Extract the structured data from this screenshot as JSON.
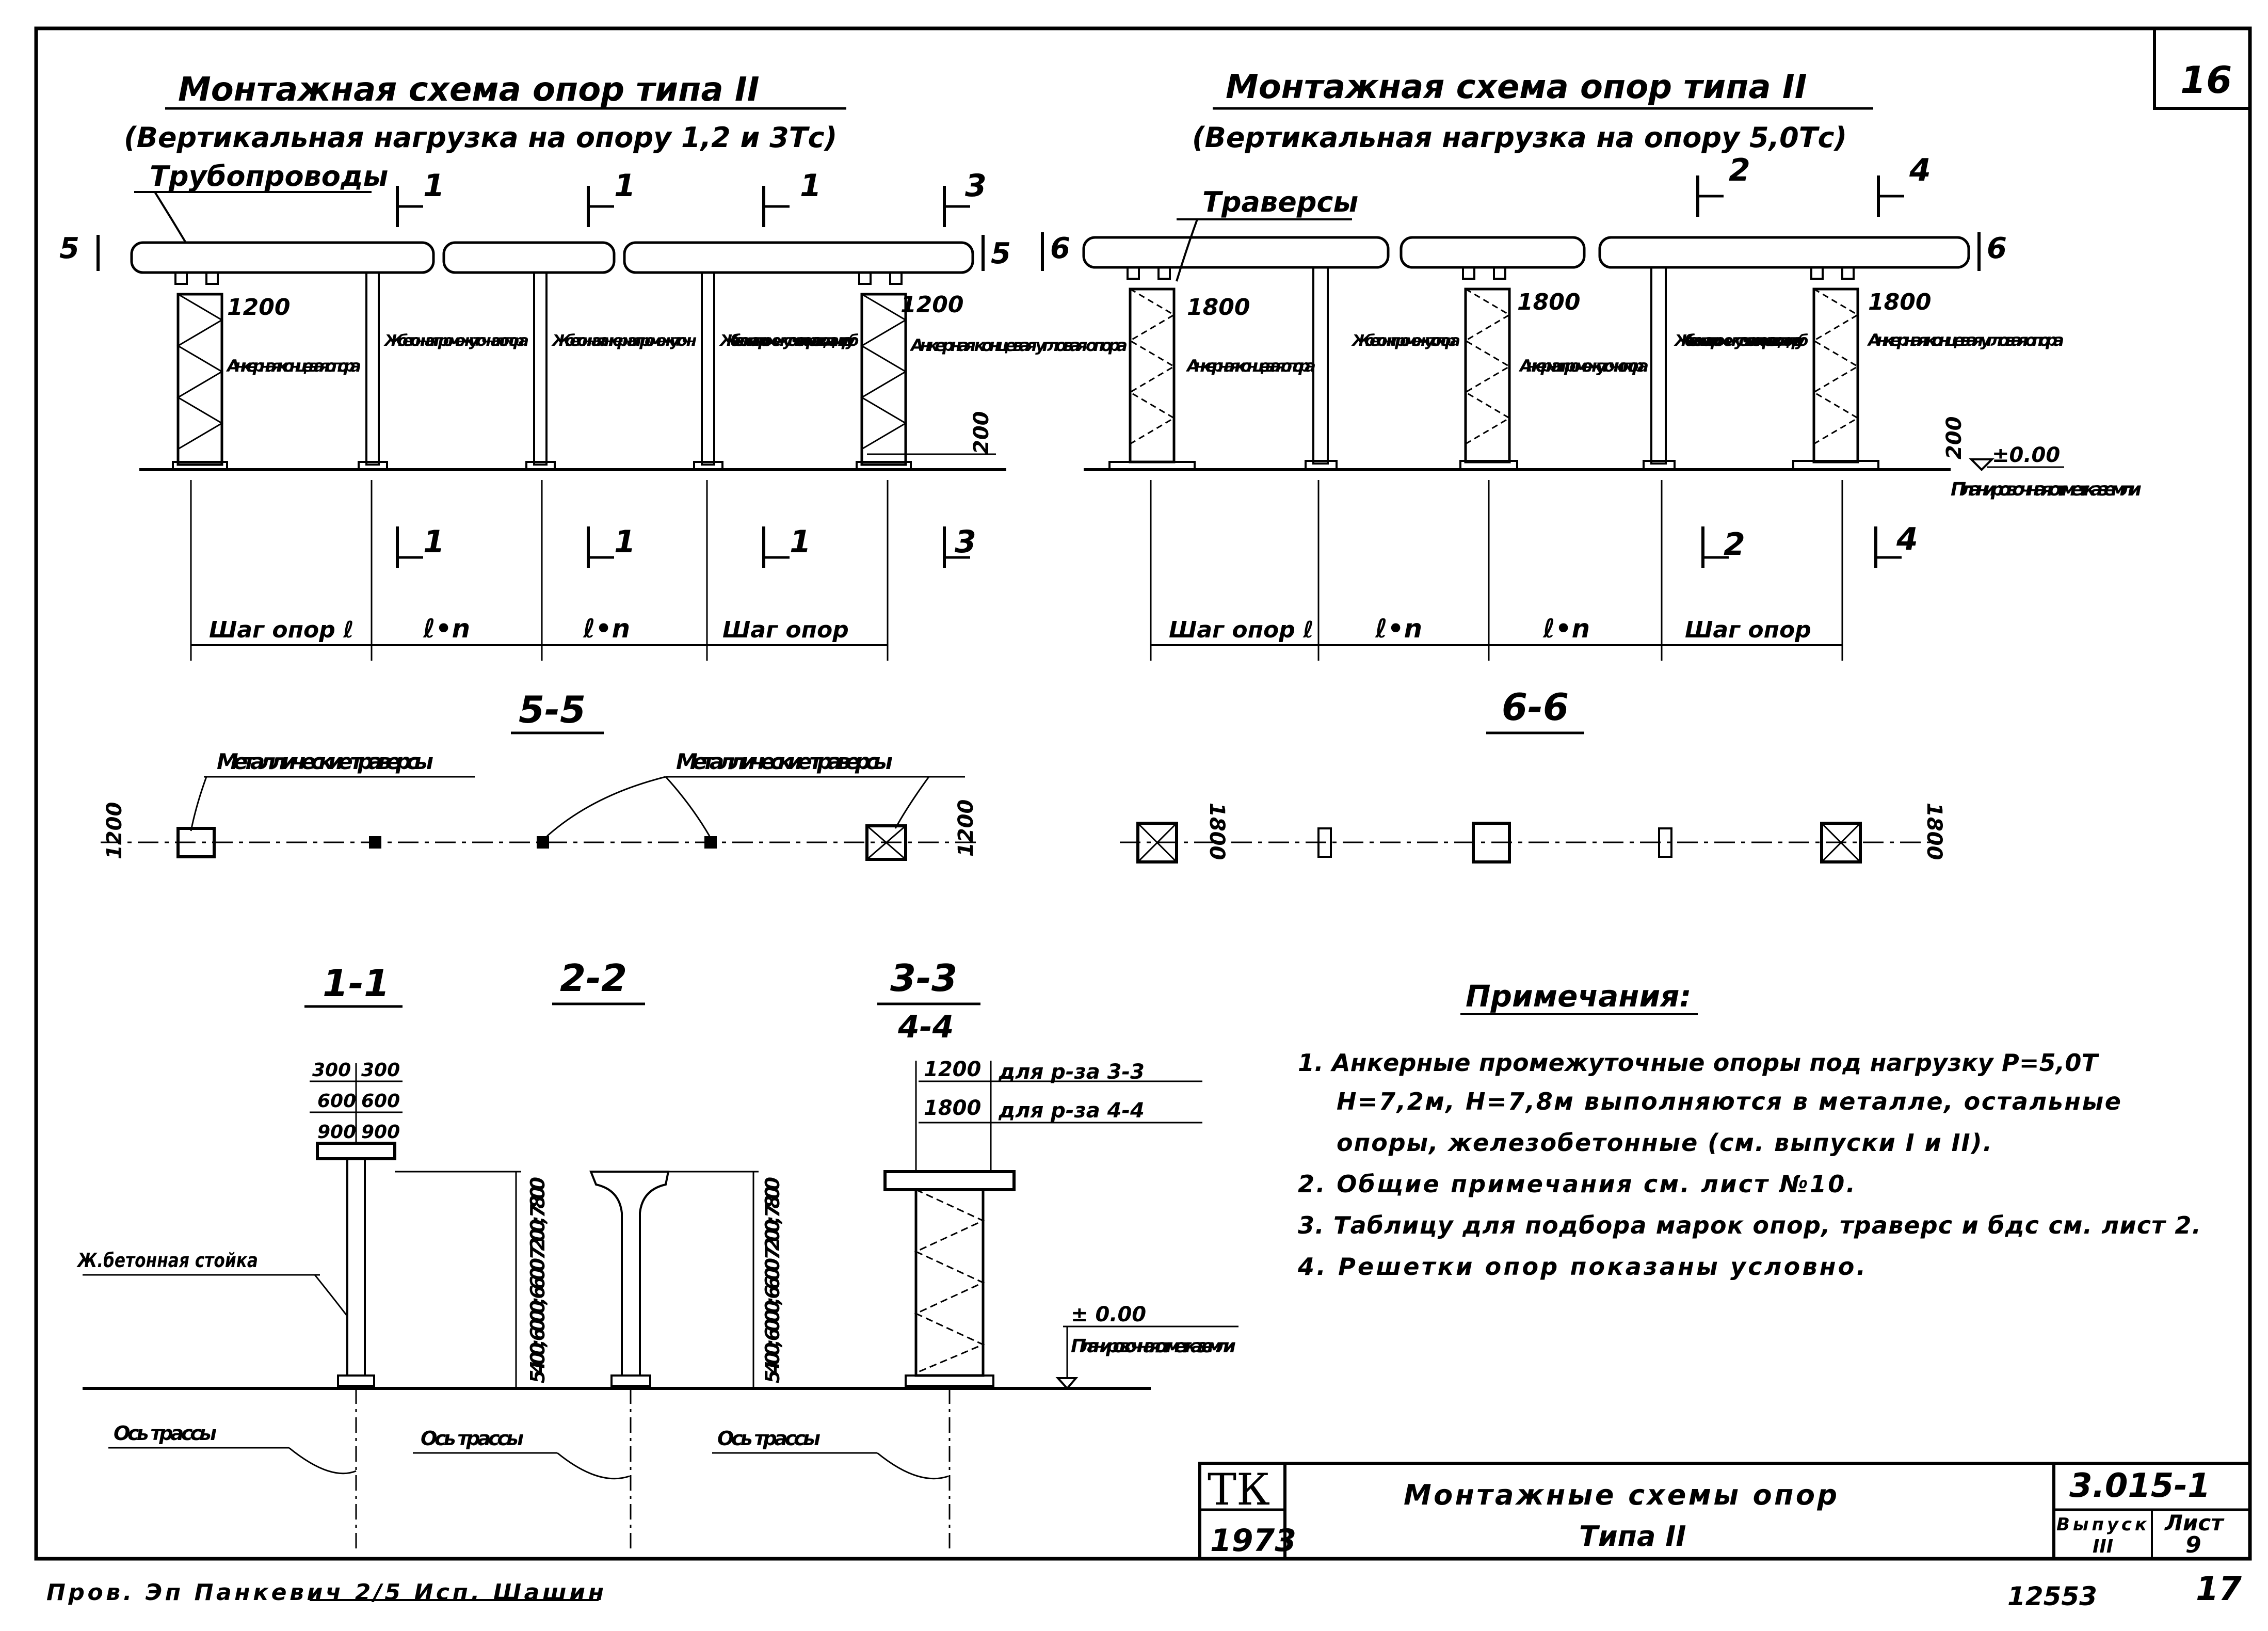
{
  "sheet": {
    "page_number": "16",
    "archive_number": "12553",
    "bottom_page": "17",
    "signatures": "Пров. Эп Панкевич 2/5   Исп. Шашин"
  },
  "top_left": {
    "title": "Монтажная схема опор типа II",
    "subtitle": "(Вертикальная нагрузка на опору 1,2 и 3Тс)",
    "label_pipes": "Трубопроводы",
    "section_marks": [
      "1",
      "1",
      "1",
      "3"
    ],
    "section_marks_bottom": [
      "1",
      "1",
      "1",
      "3"
    ],
    "end_mark": "5",
    "dim_1200": "1200",
    "dim_200": "200",
    "supports": [
      "Анкерная концевая опора",
      "Ж.бетонная промежуточная опора",
      "Ж.бетонная анкерная промежуточн.",
      "Ж.бетонная промежуточн. опора с отводами труб",
      "Анкерная концевая угловая опора"
    ],
    "spans": [
      "Шаг опор ℓ",
      "ℓ•n",
      "ℓ•n",
      "Шаг опор"
    ]
  },
  "top_right": {
    "title": "Монтажная схема опор типа II",
    "subtitle": "(Вертикальная нагрузка на опору 5,0Тс)",
    "label_traverses": "Траверсы",
    "section_marks": [
      "2",
      "4"
    ],
    "section_marks_bottom": [
      "2",
      "4"
    ],
    "end_mark": "6",
    "dim_1800": "1800",
    "dim_200": "200",
    "level": "±0.00",
    "ground": "Планировочная отметка земли",
    "supports": [
      "Анкерная концевая опора",
      "Ж.бетонн промежут. опора",
      "Анкерная промежуточн. опора",
      "Ж.бетонная промежуточ-ная опора с отводом труб",
      "Анкерная концевая угловая опора"
    ],
    "spans": [
      "Шаг опор ℓ",
      "ℓ•n",
      "ℓ•n",
      "Шаг опор"
    ]
  },
  "section_5_5": {
    "title": "5-5",
    "label_left": "Металлические траверсы",
    "label_right": "Металлические траверсы",
    "dim": "1200"
  },
  "section_6_6": {
    "title": "6-6",
    "dim": "1800"
  },
  "section_1_1": {
    "title": "1-1",
    "widths": [
      "300",
      "300",
      "600",
      "600",
      "900",
      "900"
    ],
    "heights": "5400; 6000; 6600 7200; 7800",
    "label_column": "Ж.бетонная стойка",
    "axis": "Ось трассы"
  },
  "section_2_2": {
    "title": "2-2",
    "heights": "5400; 6000; 6600 7200; 7800",
    "axis": "Ось трассы"
  },
  "section_3_3": {
    "title": "3-3",
    "subtitle": "4-4",
    "row1_dim": "1200",
    "row1_text": "для р-за 3-3",
    "row2_dim": "1800",
    "row2_text": "для р-за 4-4",
    "level": "± 0.00",
    "ground": "Планировочная отметка земли",
    "axis": "Ось трассы"
  },
  "notes": {
    "title": "Примечания:",
    "items": [
      "1. Анкерные промежуточные опоры под нагрузку Р=5,0Т",
      "Н=7,2м, Н=7,8м выполняются в металле, остальные",
      "опоры, железобетонные (см. выпуски I и II).",
      "2. Общие примечания см. лист №10.",
      "3. Таблицу для подбора марок опор, траверс и бдс см. лист 2.",
      "4. Решетки опор показаны условно."
    ]
  },
  "title_block": {
    "org": "ТК",
    "year": "1973",
    "title_line1": "Монтажные схемы опор",
    "title_line2": "Типа II",
    "code": "3.015-1",
    "issue_label": "Выпуск",
    "issue": "III",
    "sheet_label": "Лист",
    "sheet": "9"
  }
}
